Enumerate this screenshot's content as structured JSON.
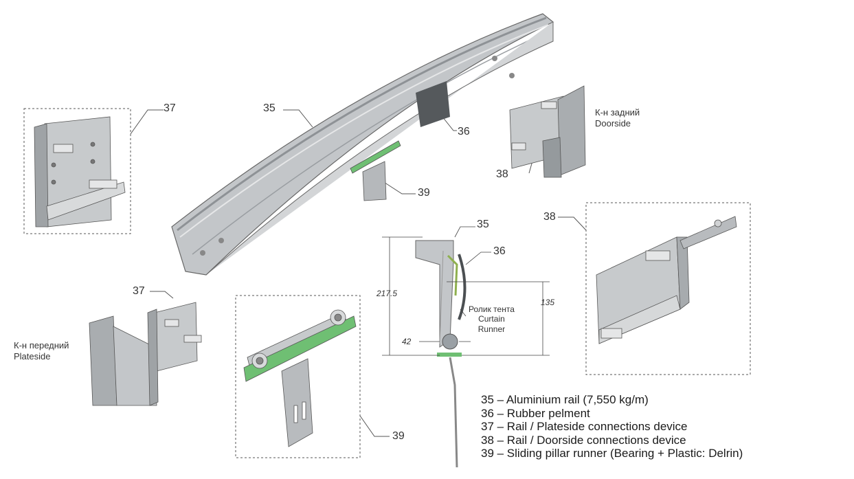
{
  "callouts": {
    "c37_top": "37",
    "c35_rail": "35",
    "c36_rail": "36",
    "c39_rail": "39",
    "c38_door": "38",
    "c38_box": "38",
    "c37_plate": "37",
    "c39_box": "39",
    "c35_section": "35",
    "c36_section": "36"
  },
  "doorside_caption": {
    "ru": "К-н задний",
    "en": "Doorside"
  },
  "plateside_caption": {
    "ru": "К-н передний",
    "en": "Plateside"
  },
  "section": {
    "height_total": "217.5",
    "height_runner": "135",
    "width": "42",
    "runner_ru": "Ролик тента",
    "runner_en_1": "Curtain",
    "runner_en_2": "Runner"
  },
  "legend": [
    "35 – Aluminium rail (7,550 kg/m)",
    "36 – Rubber pelment",
    "37 – Rail / Plateside connections device",
    "38 – Rail / Doorside connections device",
    "39 – Sliding pillar runner (Bearing + Plastic: Delrin)"
  ],
  "colors": {
    "metal": "#b9bcbf",
    "metal_dark": "#8e9296",
    "plastic": "#6fbf73",
    "rubber": "#4b4f52"
  }
}
